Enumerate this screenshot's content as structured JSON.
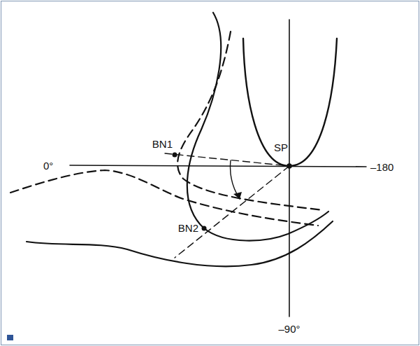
{
  "diagram": {
    "labels": [
      "BN1",
      "0°",
      "SP",
      "–180",
      "BN2",
      "–90°"
    ]
  }
}
